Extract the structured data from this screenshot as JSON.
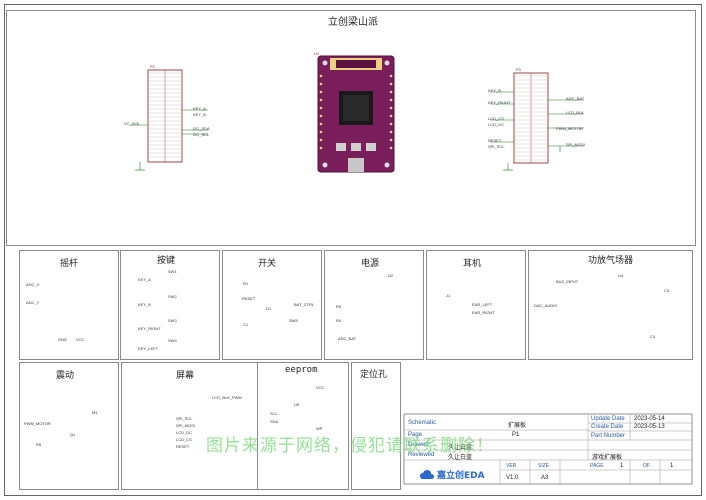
{
  "sheet_title": "立创梁山派",
  "designators": {
    "module": "U1",
    "header_left": "P2",
    "header_right": "P3"
  },
  "header_left": {
    "signals": [
      "KEY_A",
      "KEY_B",
      "VC_SOL",
      "I2C_SDA",
      "I2C_SCL"
    ]
  },
  "header_right": {
    "signals": [
      "KEY_B",
      "KEY_RIGHT",
      "ADC_BAT",
      "LCD_BLK",
      "LCD_CS",
      "LCD_DC",
      "RESET",
      "SPI_SCL",
      "PWM_MOTOR",
      "SPI_MOSI"
    ]
  },
  "sections": {
    "joystick": {
      "title": "摇杆",
      "labels": [
        "ADC_X",
        "ADC_Y",
        "GND",
        "VCC"
      ]
    },
    "keys": {
      "title": "按键",
      "labels": [
        "KEY_A",
        "KEY_B",
        "KEY_RIGHT",
        "KEY_LEFT",
        "SW1",
        "SW2",
        "SW3",
        "SW4"
      ]
    },
    "switch": {
      "title": "开关",
      "labels": [
        "RESET",
        "BAT_CTRL",
        "R1",
        "C1",
        "D1",
        "SW5"
      ]
    },
    "power": {
      "title": "电源",
      "labels": [
        "ADC_BAT",
        "U2",
        "R3",
        "R4"
      ]
    },
    "earphone": {
      "title": "耳机",
      "labels": [
        "EAR_LEFT",
        "EAR_RIGHT",
        "J1"
      ]
    },
    "amp": {
      "title": "功放气场器",
      "labels": [
        "BUZ_INPUT",
        "DAC_AUDIO",
        "U4",
        "C3",
        "C4"
      ]
    },
    "vibration": {
      "title": "震动",
      "labels": [
        "PWM_MOTOR",
        "Q1",
        "R5",
        "M1"
      ]
    },
    "screen": {
      "title": "屏幕",
      "labels": [
        "LCD_BLK_PWM",
        "SPI_SCL",
        "SPI_MOSI",
        "LCD_DC",
        "LCD_CS",
        "RESET"
      ]
    },
    "eeprom": {
      "title": "eeprom",
      "labels": [
        "U5",
        "SCL",
        "SDA",
        "WP",
        "VCC"
      ]
    },
    "mount": {
      "title": "定位孔"
    }
  },
  "title_block": {
    "schematic_label": "Schematic",
    "schematic_value": "扩展板",
    "page_label": "Page",
    "page_value": "P1",
    "drawn_label": "Drawed",
    "drawn_value": "久让白蓝",
    "reviewed_label": "Reviewed",
    "reviewed_value": "久让白蓝",
    "update_label": "Update Date",
    "update_value": "2023-05-14",
    "create_label": "Create Date",
    "create_value": "2023-05-13",
    "part_label": "Part Number",
    "part_value": "",
    "board_name": "游戏扩展板",
    "logo_text": "嘉立创EDA",
    "ver_label": "VER",
    "ver_value": "V1.0",
    "size_label": "SIZE",
    "size_value": "A3",
    "page_num_label": "PAGE",
    "page_num_value": "1",
    "of_label": "OF",
    "of_value": "1"
  },
  "watermark": "图片来源于网络，侵犯请联系删除！",
  "colors": {
    "pcb": "#7a1f5c",
    "wire": "#1a7a1a",
    "pin": "#8a1a1a",
    "net": "#2a2aa0"
  }
}
